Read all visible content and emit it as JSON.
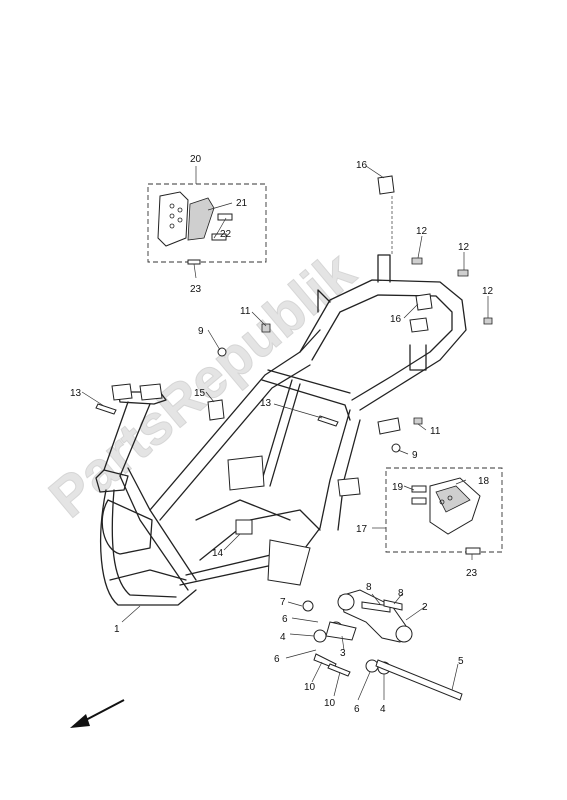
{
  "watermark": "PartsRepublik",
  "colors": {
    "line": "#222222",
    "watermark": "#e4e4e4",
    "background": "#ffffff"
  },
  "callouts": [
    {
      "id": "c-1",
      "label": "1"
    },
    {
      "id": "c-2",
      "label": "2"
    },
    {
      "id": "c-3",
      "label": "3"
    },
    {
      "id": "c-4a",
      "label": "4"
    },
    {
      "id": "c-4b",
      "label": "4"
    },
    {
      "id": "c-5",
      "label": "5"
    },
    {
      "id": "c-6a",
      "label": "6"
    },
    {
      "id": "c-6b",
      "label": "6"
    },
    {
      "id": "c-6c",
      "label": "6"
    },
    {
      "id": "c-7",
      "label": "7"
    },
    {
      "id": "c-8a",
      "label": "8"
    },
    {
      "id": "c-8b",
      "label": "8"
    },
    {
      "id": "c-9a",
      "label": "9"
    },
    {
      "id": "c-9b",
      "label": "9"
    },
    {
      "id": "c-10a",
      "label": "10"
    },
    {
      "id": "c-10b",
      "label": "10"
    },
    {
      "id": "c-11a",
      "label": "11"
    },
    {
      "id": "c-11b",
      "label": "11"
    },
    {
      "id": "c-12a",
      "label": "12"
    },
    {
      "id": "c-12b",
      "label": "12"
    },
    {
      "id": "c-12c",
      "label": "12"
    },
    {
      "id": "c-13a",
      "label": "13"
    },
    {
      "id": "c-13b",
      "label": "13"
    },
    {
      "id": "c-14",
      "label": "14"
    },
    {
      "id": "c-15",
      "label": "15"
    },
    {
      "id": "c-16a",
      "label": "16"
    },
    {
      "id": "c-16b",
      "label": "16"
    },
    {
      "id": "c-17",
      "label": "17"
    },
    {
      "id": "c-18",
      "label": "18"
    },
    {
      "id": "c-19",
      "label": "19"
    },
    {
      "id": "c-20",
      "label": "20"
    },
    {
      "id": "c-21",
      "label": "21"
    },
    {
      "id": "c-22",
      "label": "22"
    },
    {
      "id": "c-23a",
      "label": "23"
    },
    {
      "id": "c-23b",
      "label": "23"
    }
  ]
}
